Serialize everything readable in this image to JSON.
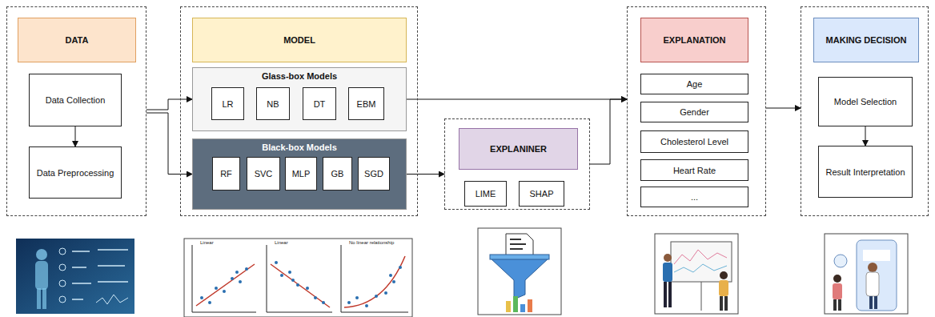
{
  "diagram": {
    "nodes": [
      {
        "text": [
          "DATA"
        ]
      },
      {
        "text": [
          "Data Collection"
        ],
        "in": 0
      },
      {
        "text": [
          "Data Preprocessing"
        ],
        "in": 0
      },
      {
        "text": [
          "MODEL"
        ]
      },
      {
        "text": [
          "Glass-box Models"
        ],
        "in": 3
      },
      {
        "text": [
          "LR"
        ],
        "in": 4
      },
      {
        "text": [
          "NB"
        ],
        "in": 4
      },
      {
        "text": [
          "DT"
        ],
        "in": 4
      },
      {
        "text": [
          "EBM"
        ],
        "in": 4
      },
      {
        "text": [
          "Black-box Models"
        ],
        "in": 3
      },
      {
        "text": [
          "RF"
        ],
        "in": 9
      },
      {
        "text": [
          "SVC"
        ],
        "in": 9
      },
      {
        "text": [
          "MLP"
        ],
        "in": 9
      },
      {
        "text": [
          "GB"
        ],
        "in": 9
      },
      {
        "text": [
          "SGD"
        ],
        "in": 9
      },
      {
        "text": [
          "EXPLANINER"
        ]
      },
      {
        "text": [
          "LIME"
        ],
        "in": 15
      },
      {
        "text": [
          "SHAP"
        ],
        "in": 15
      },
      {
        "text": [
          "EXPLANATION"
        ]
      },
      {
        "text": [
          "Age"
        ],
        "in": 18
      },
      {
        "text": [
          "Gender"
        ],
        "in": 18
      },
      {
        "text": [
          "Cholesterol Level"
        ],
        "in": 18
      },
      {
        "text": [
          "Heart Rate"
        ],
        "in": 18
      },
      {
        "text": [
          "..."
        ],
        "in": 18
      },
      {
        "text": [
          "MAKING DECISION"
        ]
      },
      {
        "text": [
          "Model Selection"
        ],
        "in": 24
      },
      {
        "text": [
          "Result Interpretation"
        ],
        "in": 24
      }
    ],
    "edges": [
      {
        "from": 1,
        "to": 2,
        "arrow": "to"
      },
      {
        "from": 0,
        "to": 4,
        "arrow": "to"
      },
      {
        "from": 0,
        "to": 9,
        "arrow": "to"
      },
      {
        "from": 4,
        "to": 18,
        "arrow": "to"
      },
      {
        "from": 9,
        "to": 15,
        "arrow": "to"
      },
      {
        "from": 15,
        "to": 18,
        "arrow": "to"
      },
      {
        "from": 18,
        "to": 24,
        "arrow": "to"
      },
      {
        "from": 25,
        "to": 26,
        "arrow": "to"
      }
    ],
    "labels": [
      "Linear",
      "Linear",
      "No linear relationship"
    ]
  }
}
